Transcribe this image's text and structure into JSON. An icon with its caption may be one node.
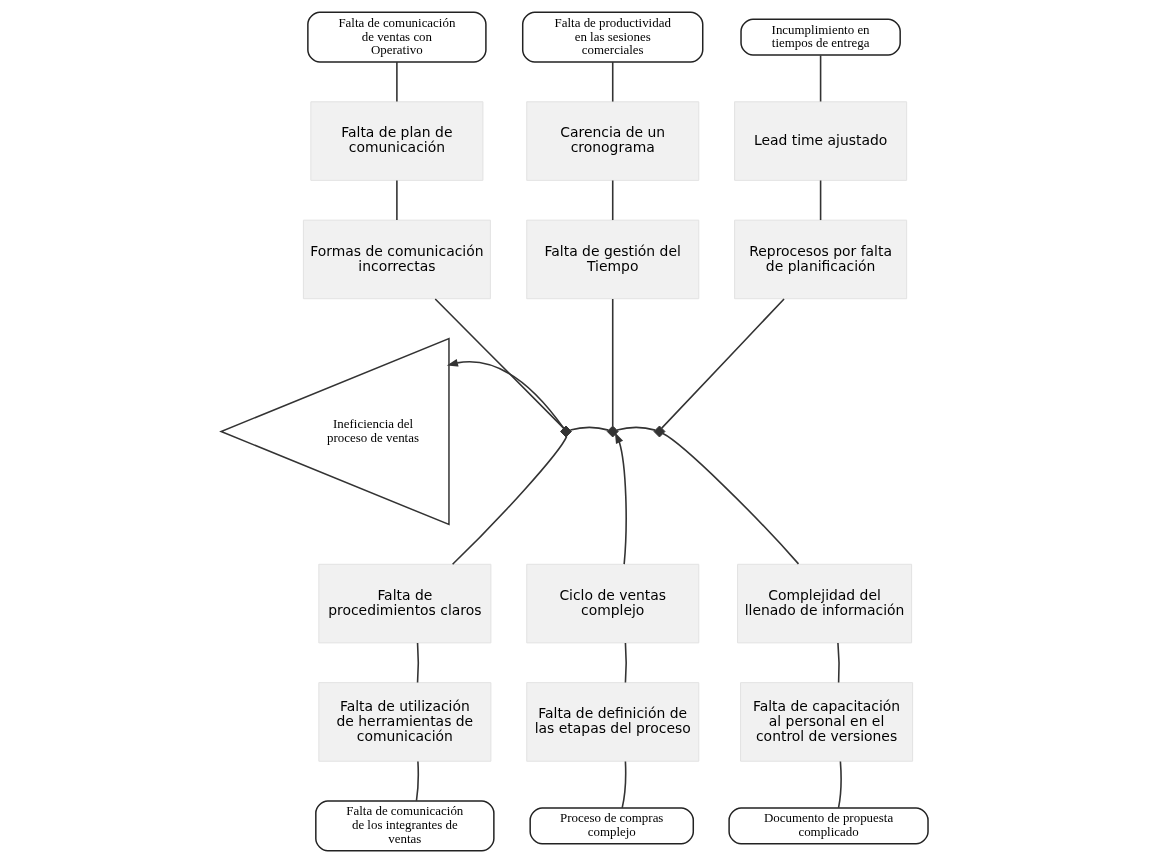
{
  "diagram": {
    "nodes": [
      {
        "text": [
          "Falta de comunicación de ventas con Operativo"
        ]
      },
      {
        "text": [
          "Falta de productividad en las sesiones comerciales"
        ]
      },
      {
        "text": [
          "Incumplimiento en tiempos de entrega"
        ]
      },
      {
        "text": [
          "Falta de plan de comunicación"
        ]
      },
      {
        "text": [
          "Carencia de un cronograma"
        ]
      },
      {
        "text": [
          "Lead time ajustado"
        ]
      },
      {
        "text": [
          "Formas de comunicación incorrectas"
        ]
      },
      {
        "text": [
          "Falta de gestión del Tiempo"
        ]
      },
      {
        "text": [
          "Reprocesos por falta de planificación"
        ]
      },
      {
        "text": [
          "Ineficiencia del proceso de ventas"
        ]
      },
      {
        "text": [],
        "shape": "diamond"
      },
      {
        "text": [],
        "shape": "diamond"
      },
      {
        "text": [],
        "shape": "diamond"
      },
      {
        "text": [
          "Falta de procedimientos claros"
        ]
      },
      {
        "text": [
          "Ciclo de ventas complejo"
        ]
      },
      {
        "text": [
          "Complejidad del llenado de información"
        ]
      },
      {
        "text": [
          "Falta de utilización de herramientas de comunicación"
        ]
      },
      {
        "text": [
          "Falta de definición de las etapas del proceso"
        ]
      },
      {
        "text": [
          "Falta de capacitación al personal en el control de versiones"
        ]
      },
      {
        "text": [
          "Falta de comunicación de los integrantes de ventas"
        ]
      },
      {
        "text": [
          "Proceso de compras complejo"
        ]
      },
      {
        "text": [
          "Documento de propuesta complicado"
        ]
      }
    ],
    "edges": [
      {
        "from": 0,
        "to": 3,
        "arrow": "none"
      },
      {
        "from": 3,
        "to": 6,
        "arrow": "none"
      },
      {
        "from": 6,
        "to": 10,
        "arrow": "none"
      },
      {
        "from": 1,
        "to": 4,
        "arrow": "none"
      },
      {
        "from": 4,
        "to": 7,
        "arrow": "none"
      },
      {
        "from": 7,
        "to": 11,
        "arrow": "none"
      },
      {
        "from": 2,
        "to": 5,
        "arrow": "none"
      },
      {
        "from": 5,
        "to": 8,
        "arrow": "none"
      },
      {
        "from": 8,
        "to": 12,
        "arrow": "none"
      },
      {
        "from": 12,
        "to": 11,
        "arrow": "none"
      },
      {
        "from": 11,
        "to": 10,
        "arrow": "none"
      },
      {
        "from": 10,
        "to": 9,
        "arrow": "to"
      },
      {
        "from": 13,
        "to": 10,
        "arrow": "none"
      },
      {
        "from": 14,
        "to": 11,
        "arrow": "to"
      },
      {
        "from": 15,
        "to": 12,
        "arrow": "none"
      },
      {
        "from": 16,
        "to": 13,
        "arrow": "none"
      },
      {
        "from": 17,
        "to": 14,
        "arrow": "none"
      },
      {
        "from": 18,
        "to": 15,
        "arrow": "none"
      },
      {
        "from": 19,
        "to": 16,
        "arrow": "none"
      },
      {
        "from": 20,
        "to": 17,
        "arrow": "none"
      },
      {
        "from": 21,
        "to": 18,
        "arrow": "none"
      }
    ]
  }
}
